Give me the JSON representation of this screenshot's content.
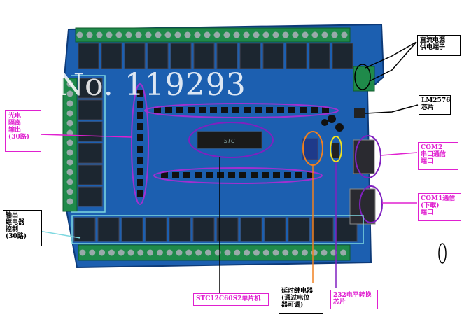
{
  "watermark": "ore No. 119293",
  "labels": {
    "dc_power": [
      "直流电源",
      "供电端子"
    ],
    "lm2576": [
      "LM2576",
      "芯片"
    ],
    "opto": [
      "光电",
      "隔离",
      "输出",
      "(30路)"
    ],
    "com2": [
      "COM2",
      "串口通信",
      "端口"
    ],
    "com1": [
      "COM1通信",
      "(下载)",
      "端口"
    ],
    "relay_out": [
      "输出",
      "继电器",
      "控制",
      "(30路)"
    ],
    "mcu": "STC12C60S2单片机",
    "delay_relay": [
      "延时继电器",
      "(通过电位",
      "器可调)"
    ],
    "rs232": [
      "232电平转换",
      "芯片"
    ]
  },
  "colors": {
    "pcb": "#1c5fb0",
    "relay": "#1c2630",
    "terminal": "#1f8a4a",
    "callout_magenta": "#e020d0",
    "callout_cyan": "#7ed8e0",
    "ellipse_purple": "#8020c0",
    "ellipse_orange": "#f08020",
    "ellipse_yellow": "#f0e020"
  }
}
